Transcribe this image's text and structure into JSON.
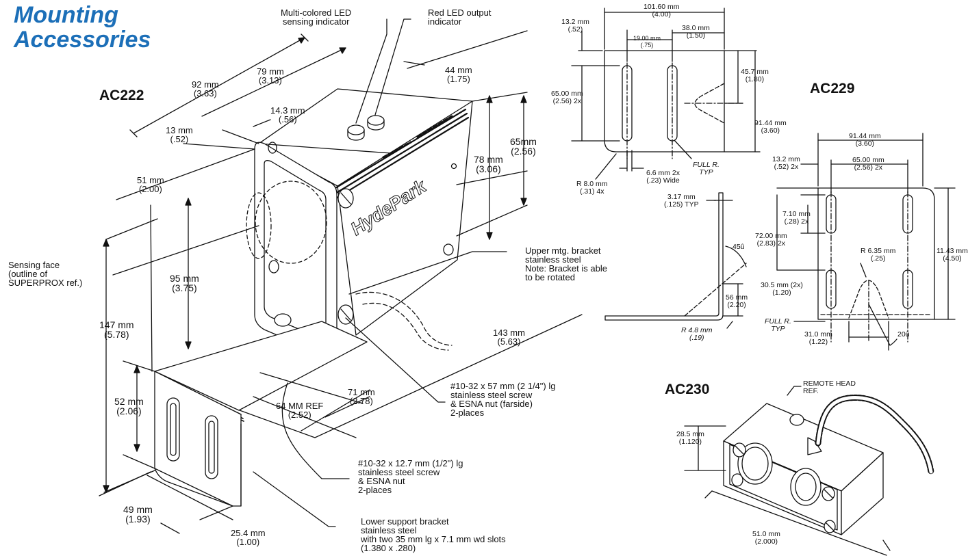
{
  "header": {
    "title_line1": "Mounting",
    "title_line2": "Accessories"
  },
  "models": {
    "ac222": "AC222",
    "ac229": "AC229",
    "ac230": "AC230"
  },
  "ac222": {
    "brand": "HydePark",
    "led_multi": "Multi-colored LED\nsensing indicator",
    "led_red": "Red LED output\nindicator",
    "d92": "92 mm\n(3.63)",
    "d79": "79 mm\n(3.13)",
    "d44": "44 mm\n(1.75)",
    "d14": "14.3 mm\n(.56)",
    "d13": "13 mm\n(.52)",
    "d78": "78 mm\n(3.06)",
    "d65": "65mm\n(2.56)",
    "d51": "51 mm\n(2.00)",
    "sensing_face": "Sensing face\n(outline of\nSUPERPROX ref.)",
    "d95": "95 mm\n(3.75)",
    "d147": "147 mm\n(5.78)",
    "upper_bracket": "Upper mtg. bracket\nstainless steel\nNote: Bracket is able\nto be rotated",
    "d143": "143 mm\n(5.63)",
    "screw1": "#10-32 x 57 mm (2 1/4\") lg\nstainless steel screw\n& ESNA nut (farside)\n2-places",
    "d71": "71 mm\n(2.78)",
    "d64": "64 MM REF\n(2.52)",
    "d52": "52 mm\n(2.06)",
    "screw2": "#10-32 x 12.7 mm (1/2\") lg\nstainless steel screw\n& ESNA nut\n2-places",
    "d49": "49 mm\n(1.93)",
    "d25": "25.4 mm\n(1.00)",
    "lower_bracket": "Lower support bracket\nstainless steel\nwith two 35 mm lg x 7.1 mm wd slots\n(1.380 x .280)"
  },
  "ac229": {
    "d101": "101.60 mm\n(4.00)",
    "d13_top": "13.2 mm\n(.52)",
    "d19": "19.00 mm\n(.75)",
    "d38": "38.0 mm\n(1.50)",
    "d45": "45.7 mm\n(1.80)",
    "d65": "65.00 mm\n(2.56) 2x",
    "d91_side": "91.44 mm\n(3.60)",
    "r8": "R 8.0 mm\n(.31) 4x",
    "d66": "6.6 mm 2x\n(.23) Wide",
    "fullr_top": "FULL R.\nTYP",
    "d317": "3.17 mm\n(.125) TYP",
    "a45": "45û",
    "d56": "56 mm\n(2.20)",
    "r48": "R 4.8 mm\n(.19)",
    "d91_top": "91.44 mm\n(3.60)",
    "d13_2x": "13.2 mm\n(.52) 2x",
    "d65_2x": "65.00 mm\n(2.56) 2x",
    "d71": "7.10 mm\n(.28) 2x",
    "d72": "72.00 mm\n(2.83) 2x",
    "r635": "R 6.35 mm\n(.25)",
    "d1143": "11.43 mm\n(4.50)",
    "d305": "30.5 mm (2x)\n(1.20)",
    "fullr_bot": "FULL R.\nTYP",
    "d31": "31.0 mm\n(1.22)",
    "a20": "20û"
  },
  "ac230": {
    "remote": "REMOTE HEAD\nREF.",
    "d285": "28.5 mm\n(1.120)",
    "d51": "51.0 mm\n(2.000)"
  }
}
